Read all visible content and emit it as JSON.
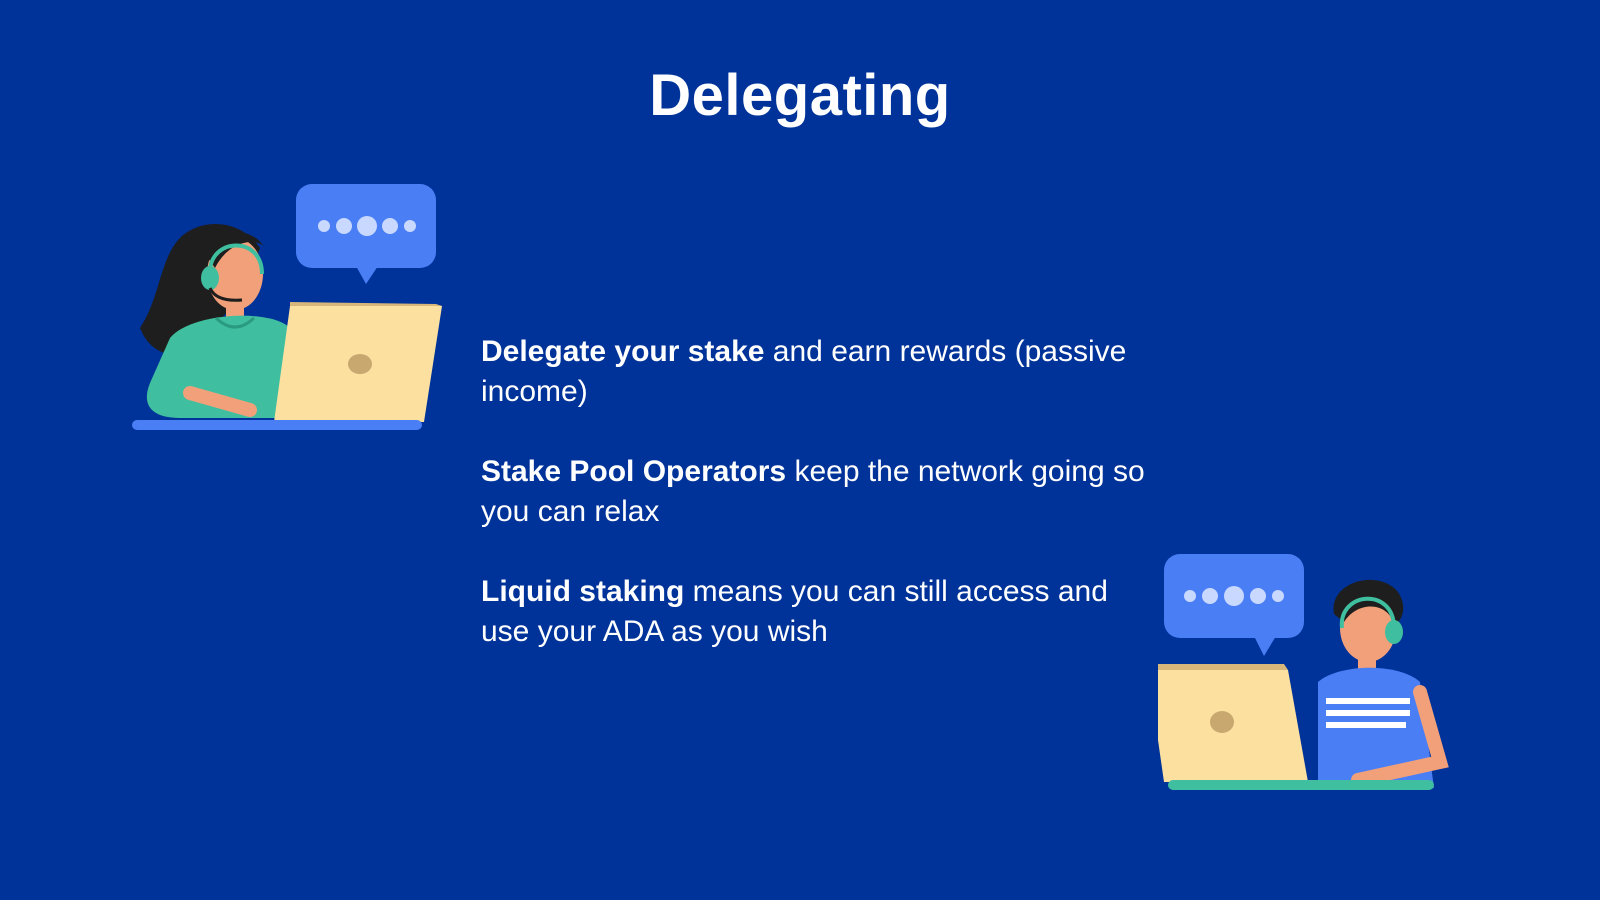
{
  "slide": {
    "title": "Delegating",
    "bullets": [
      {
        "bold": "Delegate your stake",
        "text": " and earn rewards (passive income)"
      },
      {
        "bold": "Stake Pool Operators",
        "text": " keep the network going so you can relax"
      },
      {
        "bold": "Liquid staking",
        "text": " means you can still access and use your ADA as you wish"
      }
    ]
  },
  "colors": {
    "background": "#003399",
    "text": "#ffffff",
    "bubble": "#4a7ef5",
    "laptop": "#fbe0a0",
    "shirt_left": "#3fbf9f",
    "shirt_right": "#4a7ef5",
    "skin": "#f2a07a",
    "hair": "#1e1e1e"
  },
  "icons": {
    "left": "person-with-headset-laptop-chat-illustration",
    "right": "person-with-headset-laptop-chat-illustration"
  }
}
